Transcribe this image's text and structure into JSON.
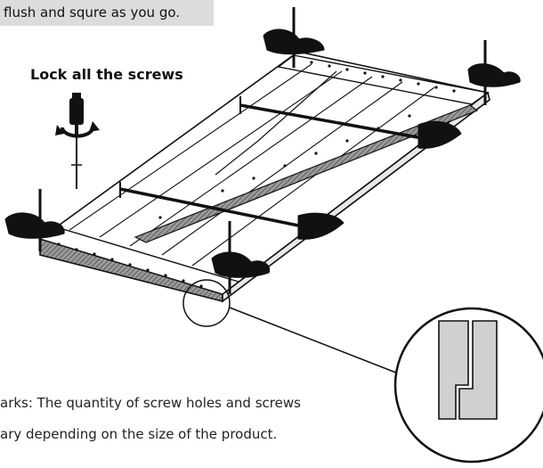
{
  "banner": {
    "text": "flush and squre as you go."
  },
  "instruction": {
    "label": "Lock all the screws",
    "icon": "screwdriver-rotate-icon"
  },
  "remarks": {
    "line1": "arks:  The quantity of screw holes and screws",
    "line2": "ary depending on the size of the product."
  },
  "colors": {
    "ink": "#111111",
    "banner_bg": "#dcdcdc",
    "detail_fill": "#d0d0d0",
    "rail_hatch": "#777777"
  }
}
